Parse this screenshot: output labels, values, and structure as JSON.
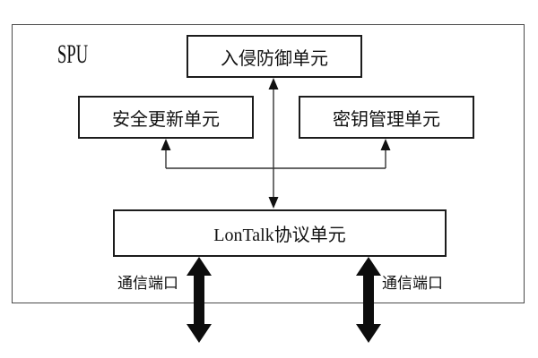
{
  "diagram": {
    "container_label": "SPU",
    "boxes": [
      {
        "id": "intrusion_prevention",
        "label": "入侵防御单元"
      },
      {
        "id": "security_update",
        "label": "安全更新单元"
      },
      {
        "id": "key_management",
        "label": "密钥管理单元"
      },
      {
        "id": "lontalk_protocol",
        "label": "LonTalk协议单元"
      }
    ],
    "port_labels": [
      "通信端口",
      "通信端口"
    ],
    "connections": [
      {
        "from": "LonTalk协议单元",
        "to": "入侵防御单元",
        "line": "thin",
        "arrows": "both"
      },
      {
        "from": "LonTalk协议单元",
        "to": "安全更新单元",
        "line": "thin",
        "arrows": "to"
      },
      {
        "from": "LonTalk协议单元",
        "to": "密钥管理单元",
        "line": "thin",
        "arrows": "to"
      },
      {
        "from": "LonTalk协议单元",
        "to": "通信端口",
        "line": "thick",
        "arrows": "both",
        "side": "left"
      },
      {
        "from": "LonTalk协议单元",
        "to": "通信端口",
        "line": "thick",
        "arrows": "both",
        "side": "right"
      }
    ],
    "colors": {
      "background": "#ffffff",
      "outer_border": "#4a4a4a",
      "box_border": "#1c1c1c",
      "line": "#333333",
      "arrow_fill": "#111111",
      "thick_arrow_fill": "#0d0d0d",
      "text": "#111111"
    }
  }
}
